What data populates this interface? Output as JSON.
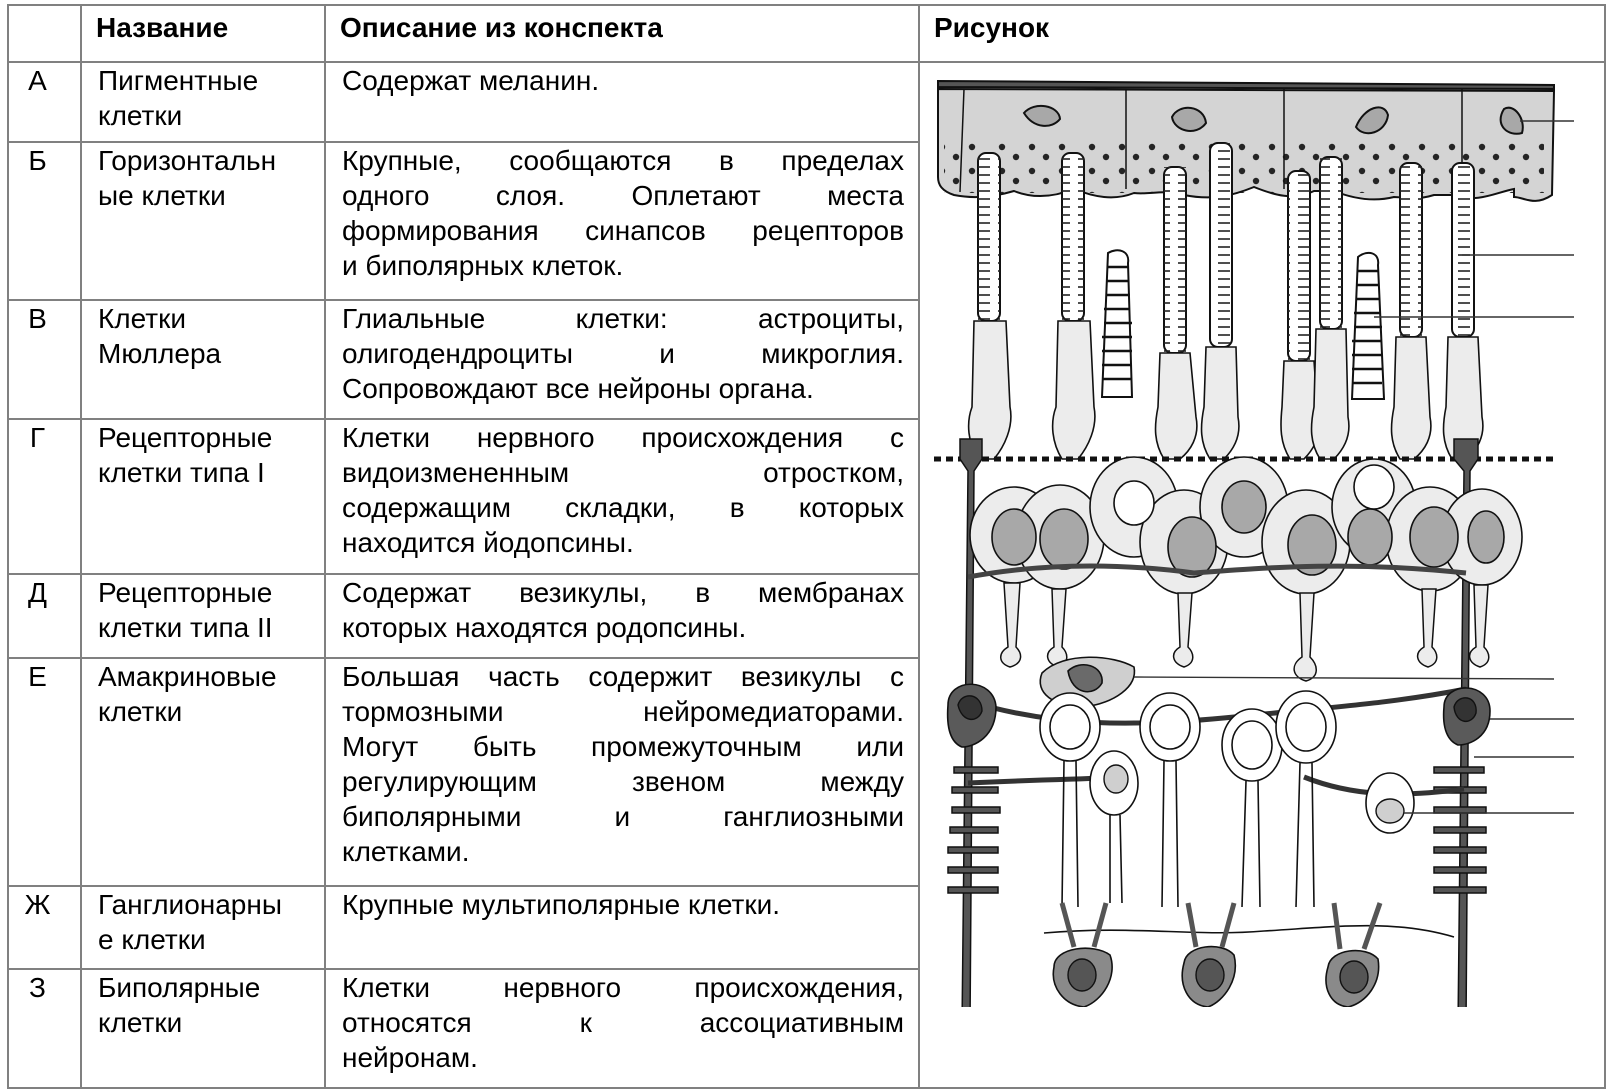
{
  "header": {
    "col_letter": "",
    "col_name": "Название",
    "col_desc": "Описание из конспекта",
    "col_picture": "Рисунок"
  },
  "rows": [
    {
      "letter": "А",
      "name_lines": [
        "Пигментные",
        "клетки"
      ],
      "desc_lines": [
        "Содержат меланин."
      ]
    },
    {
      "letter": "Б",
      "name_lines": [
        "Горизонтальн",
        "ые клетки"
      ],
      "desc_lines": [
        "Крупные, сообщаются в пределах",
        "одного слоя. Оплетают места",
        "формирования синапсов рецепторов",
        "и биполярных клеток."
      ]
    },
    {
      "letter": "В",
      "name_lines": [
        "Клетки",
        "Мюллера"
      ],
      "desc_lines": [
        "Глиальные клетки: астроциты,",
        "олигодендроциты и микроглия.",
        "Сопровождают все нейроны органа."
      ]
    },
    {
      "letter": "Г",
      "name_lines": [
        "Рецепторные",
        "клетки типа I"
      ],
      "desc_lines": [
        "Клетки нервного происхождения с",
        "видоизмененным отростком,",
        "содержащим складки, в которых",
        "находится йодопсины."
      ]
    },
    {
      "letter": "Д",
      "name_lines": [
        "Рецепторные",
        "клетки типа II"
      ],
      "desc_lines": [
        "Содержат везикулы, в мембранах",
        "которых находятся родопсины."
      ]
    },
    {
      "letter": "Е",
      "name_lines": [
        "Амакриновые",
        "клетки"
      ],
      "desc_lines": [
        "Большая часть содержит везикулы с",
        "тормозными нейромедиаторами.",
        "Могут быть промежуточным или",
        "регулирующим звеном между",
        "биполярными и ганглиозными",
        "клетками."
      ]
    },
    {
      "letter": "Ж",
      "name_lines": [
        "Ганглионарны",
        "е клетки"
      ],
      "desc_lines": [
        "Крупные мультиполярные клетки."
      ]
    },
    {
      "letter": "З",
      "name_lines": [
        "Биполярные",
        "клетки"
      ],
      "desc_lines": [
        "Клетки нервного происхождения,",
        "относятся к ассоциативным",
        "нейронам."
      ]
    }
  ],
  "colors": {
    "border": "#808080",
    "pigment_fill": "#d4d4d4",
    "nucleus_fill": "#a8a8a8",
    "dark_cell": "#5a5a5a",
    "light_cell": "#ececec"
  }
}
